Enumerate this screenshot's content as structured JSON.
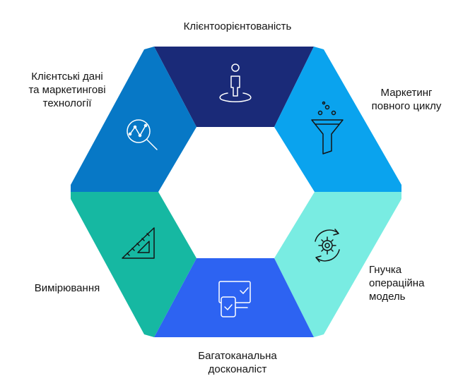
{
  "diagram": {
    "segments": [
      {
        "id": "top",
        "label_lines": [
          "Клієнтоорієнтованість"
        ],
        "color": "#1a2a78",
        "icon": "person-icon"
      },
      {
        "id": "top-right",
        "label_lines": [
          "Маркетинг",
          "повного циклу"
        ],
        "color": "#0aa3ee",
        "icon": "funnel-icon"
      },
      {
        "id": "bottom-right",
        "label_lines": [
          "Гнучка",
          "операційна",
          "модель"
        ],
        "color": "#79ece2",
        "icon": "gear-cycle-icon"
      },
      {
        "id": "bottom",
        "label_lines": [
          "Багатоканальна",
          "досконаліст"
        ],
        "color": "#2d63f2",
        "icon": "devices-check-icon"
      },
      {
        "id": "bottom-left",
        "label_lines": [
          "Вимірювання"
        ],
        "color": "#16b8a2",
        "icon": "set-square-icon"
      },
      {
        "id": "top-left",
        "label_lines": [
          "Клієнтські дані",
          "та маркетингові",
          "технології"
        ],
        "color": "#0778c6",
        "icon": "analytics-magnifier-icon"
      }
    ]
  }
}
